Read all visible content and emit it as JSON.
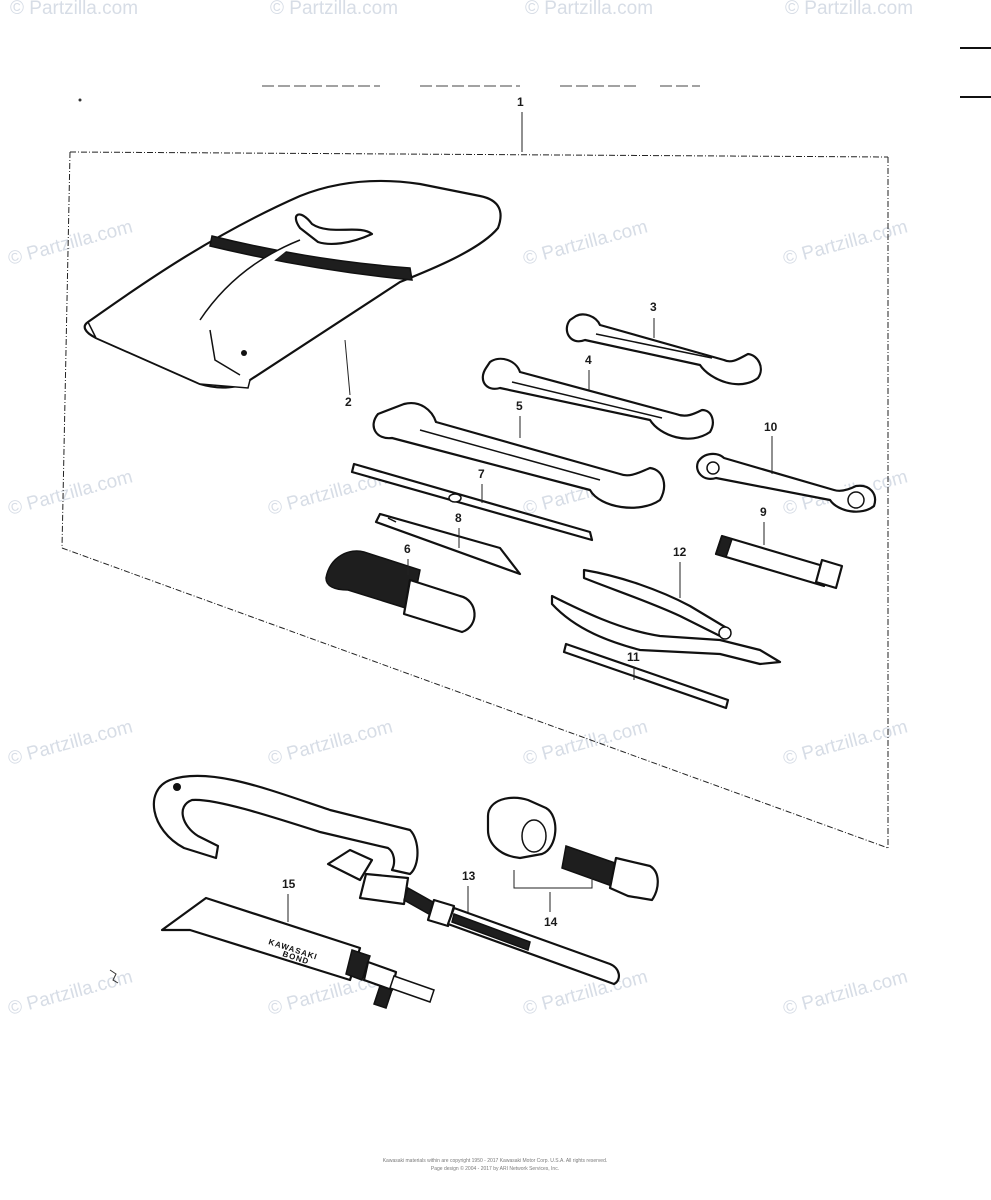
{
  "watermark": {
    "text": "© Partzilla.com",
    "color": "#d7dde6"
  },
  "tool_bag_label": {
    "brand": "KAWASAKI",
    "product": "BOND"
  },
  "callouts": {
    "c1": "1",
    "c2": "2",
    "c3": "3",
    "c4": "4",
    "c5": "5",
    "c6": "6",
    "c7": "7",
    "c8": "8",
    "c9": "9",
    "c10": "10",
    "c11": "11",
    "c12": "12",
    "c13": "13",
    "c14": "14",
    "c15": "15"
  },
  "footer": {
    "line1": "Kawasaki materials within are copyright 1950 - 2017 Kawasaki Motor Corp. U.S.A. All rights reserved.",
    "line2": "Page design © 2004 - 2017 by ARI Network Services, Inc."
  }
}
